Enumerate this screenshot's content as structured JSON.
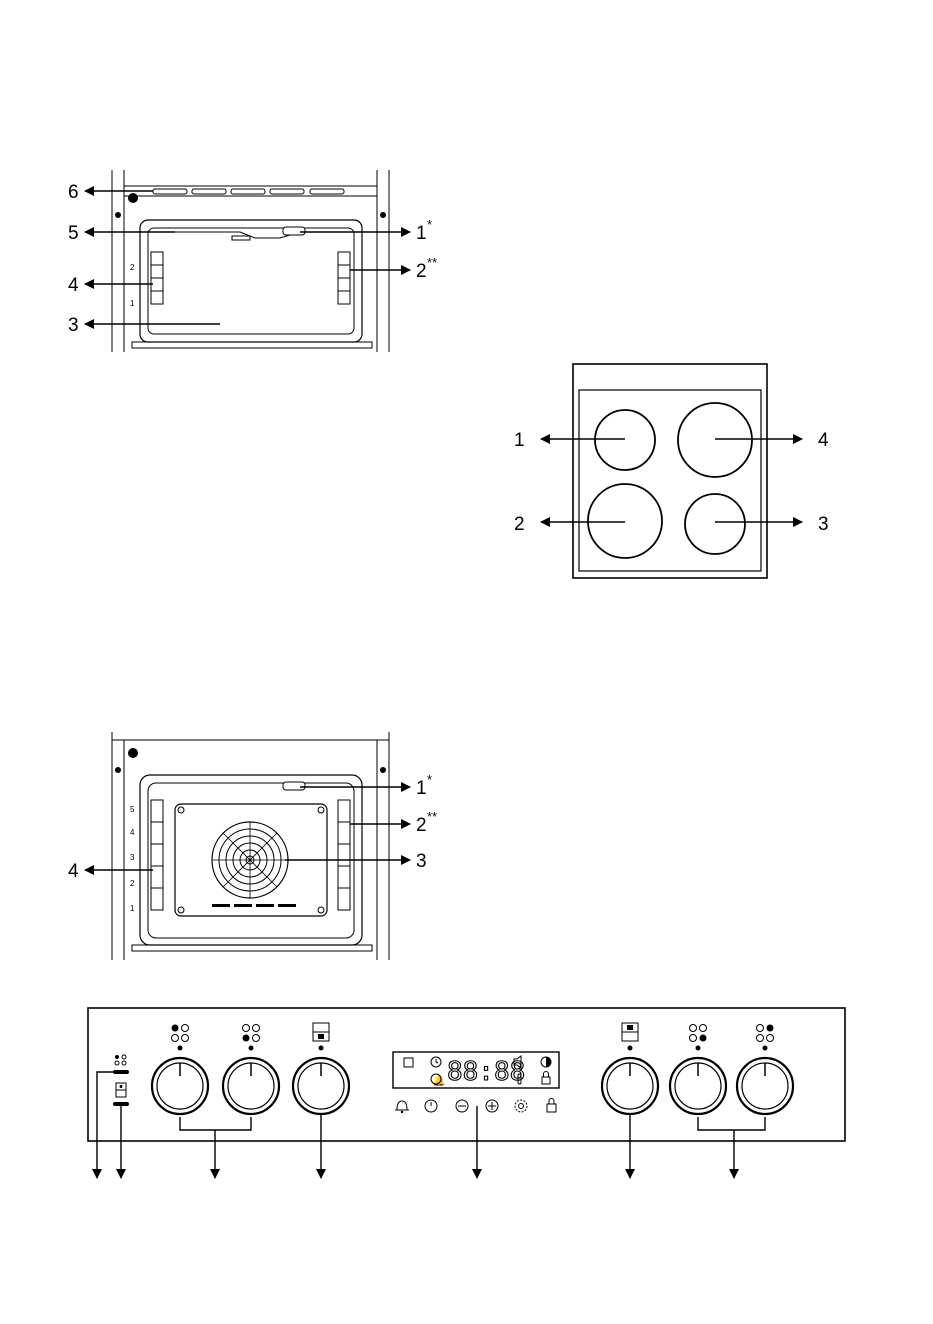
{
  "top_oven": {
    "labels_left": [
      "6",
      "5",
      "4",
      "3"
    ],
    "labels_right": [
      {
        "num": "1",
        "sup": "*"
      },
      {
        "num": "2",
        "sup": "**"
      }
    ],
    "rack_numbers": [
      "2",
      "1"
    ]
  },
  "hob": {
    "labels": [
      "1",
      "4",
      "2",
      "3"
    ]
  },
  "bottom_oven": {
    "labels_left": [
      "4"
    ],
    "labels_right": [
      {
        "num": "1",
        "sup": "*"
      },
      {
        "num": "2",
        "sup": "**"
      },
      {
        "num": "3",
        "sup": ""
      }
    ],
    "rack_numbers": [
      "5",
      "4",
      "3",
      "2",
      "1"
    ]
  },
  "control_panel": {
    "display_digits": "88:88",
    "icons": [
      "oven-light-icon",
      "clock-icon",
      "speaker-icon",
      "contrast-icon",
      "bell-icon",
      "timer-icon",
      "thermometer-icon",
      "lock-icon",
      "minus-icon",
      "plus-icon",
      "settings-icon"
    ]
  }
}
